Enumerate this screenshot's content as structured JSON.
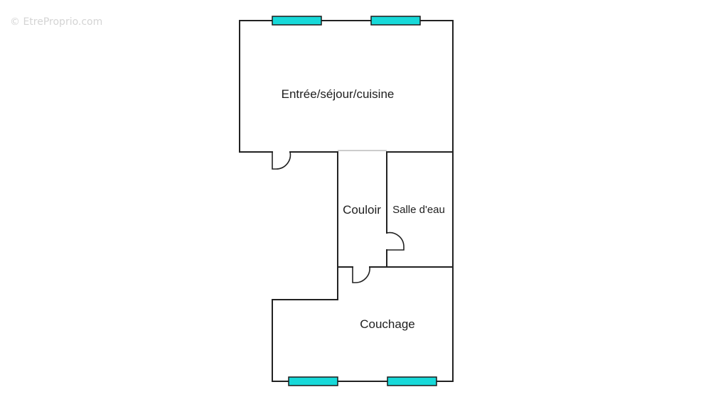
{
  "watermark": "© EtreProprio.com",
  "colors": {
    "window": "#17d9d9",
    "wall": "#222222",
    "background": "#ffffff"
  },
  "rooms": {
    "entree": "Entrée/séjour/cuisine",
    "couloir": "Couloir",
    "salle_eau": "Salle d'eau",
    "couchage": "Couchage"
  }
}
